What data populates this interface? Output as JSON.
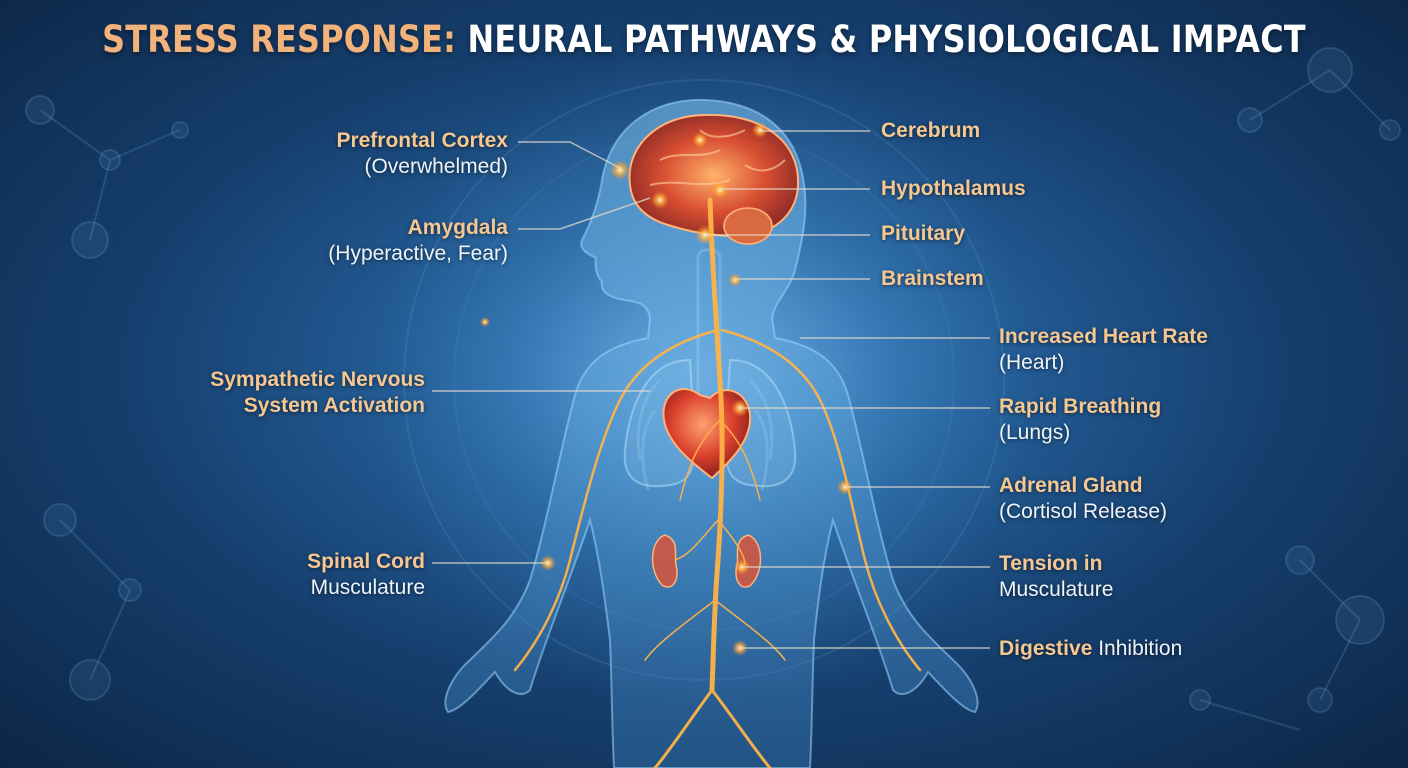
{
  "title": {
    "accent": "STRESS RESPONSE:",
    "main": "NEURAL PATHWAYS & PHYSIOLOGICAL IMPACT"
  },
  "labels": {
    "prefrontal_cortex": {
      "name": "Prefrontal Cortex",
      "note": "(Overwhelmed)"
    },
    "amygdala": {
      "name": "Amygdala",
      "note": "(Hyperactive, Fear)"
    },
    "sympathetic": {
      "line1": "Sympathetic Nervous",
      "line2": "System Activation"
    },
    "spinal_cord": {
      "name": "Spinal Cord",
      "note": "Musculature"
    },
    "cerebrum": {
      "name": "Cerebrum"
    },
    "hypothalamus": {
      "name": "Hypothalamus"
    },
    "pituitary": {
      "name": "Pituitary"
    },
    "brainstem": {
      "name": "Brainstem"
    },
    "heart_rate": {
      "name": "Increased Heart Rate",
      "note": "(Heart)"
    },
    "breathing": {
      "name": "Rapid Breathing",
      "note": "(Lungs)"
    },
    "adrenal": {
      "name": "Adrenal Gland",
      "note": "(Cortisol Release)"
    },
    "tension": {
      "name": "Tension in",
      "note": "Musculature"
    },
    "digestive": {
      "name": "Digestive",
      "note": "Inhibition"
    }
  },
  "colors": {
    "highlight": "#f6c791",
    "title_accent": "#f2b27c",
    "nerve": "#ffb347",
    "organ": "#e8553a",
    "background": "#163f6e"
  }
}
